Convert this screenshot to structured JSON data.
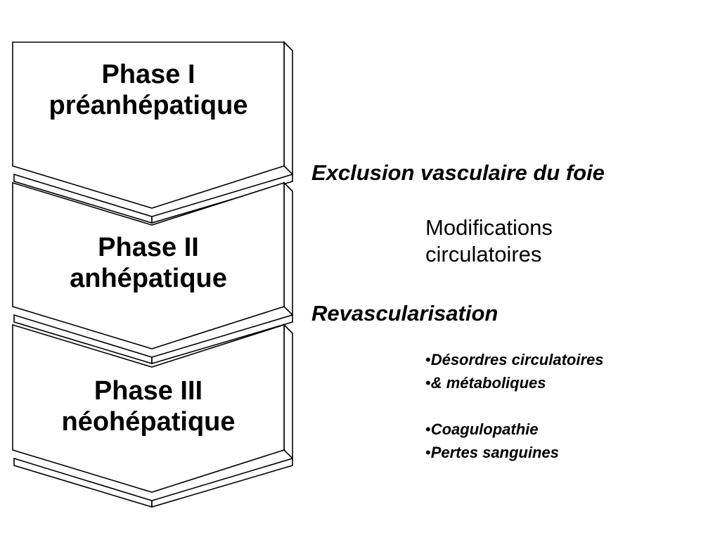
{
  "phases": [
    {
      "line1": "Phase I",
      "line2": "préanhépatique"
    },
    {
      "line1": "Phase II",
      "line2": "anhépatique"
    },
    {
      "line1": "Phase III",
      "line2": "néohépatique"
    }
  ],
  "transitions": {
    "first": "Exclusion vasculaire du foie",
    "second": "Revascularisation"
  },
  "anhepatic_effects": {
    "line1": "Modifications",
    "line2": "circulatoires"
  },
  "neohepatic_effects": {
    "bullet_symbol": "•",
    "items": [
      "Désordres circulatoires",
      "& métaboliques",
      "Coagulopathie",
      "Pertes sanguines"
    ]
  },
  "colors": {
    "outline": "#000000",
    "fill": "#ffffff"
  }
}
